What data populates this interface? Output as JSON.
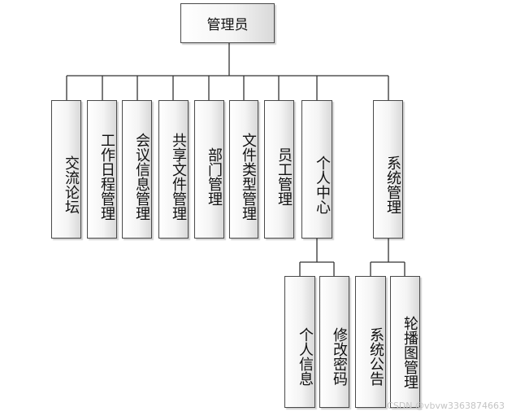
{
  "root": {
    "label": "管理员"
  },
  "modules": [
    {
      "label": "交流论坛"
    },
    {
      "label": "工作日程管理"
    },
    {
      "label": "会议信息管理"
    },
    {
      "label": "共享文件管理"
    },
    {
      "label": "部门管理"
    },
    {
      "label": "文件类型管理"
    },
    {
      "label": "员工管理"
    },
    {
      "label": "个人中心",
      "children": [
        {
          "label": "个人信息"
        },
        {
          "label": "修改密码"
        }
      ]
    },
    {
      "label": "系统管理",
      "children": [
        {
          "label": "系统公告"
        },
        {
          "label": "轮播图管理"
        }
      ]
    }
  ],
  "watermark": "CSDN @vbvw3363874663"
}
